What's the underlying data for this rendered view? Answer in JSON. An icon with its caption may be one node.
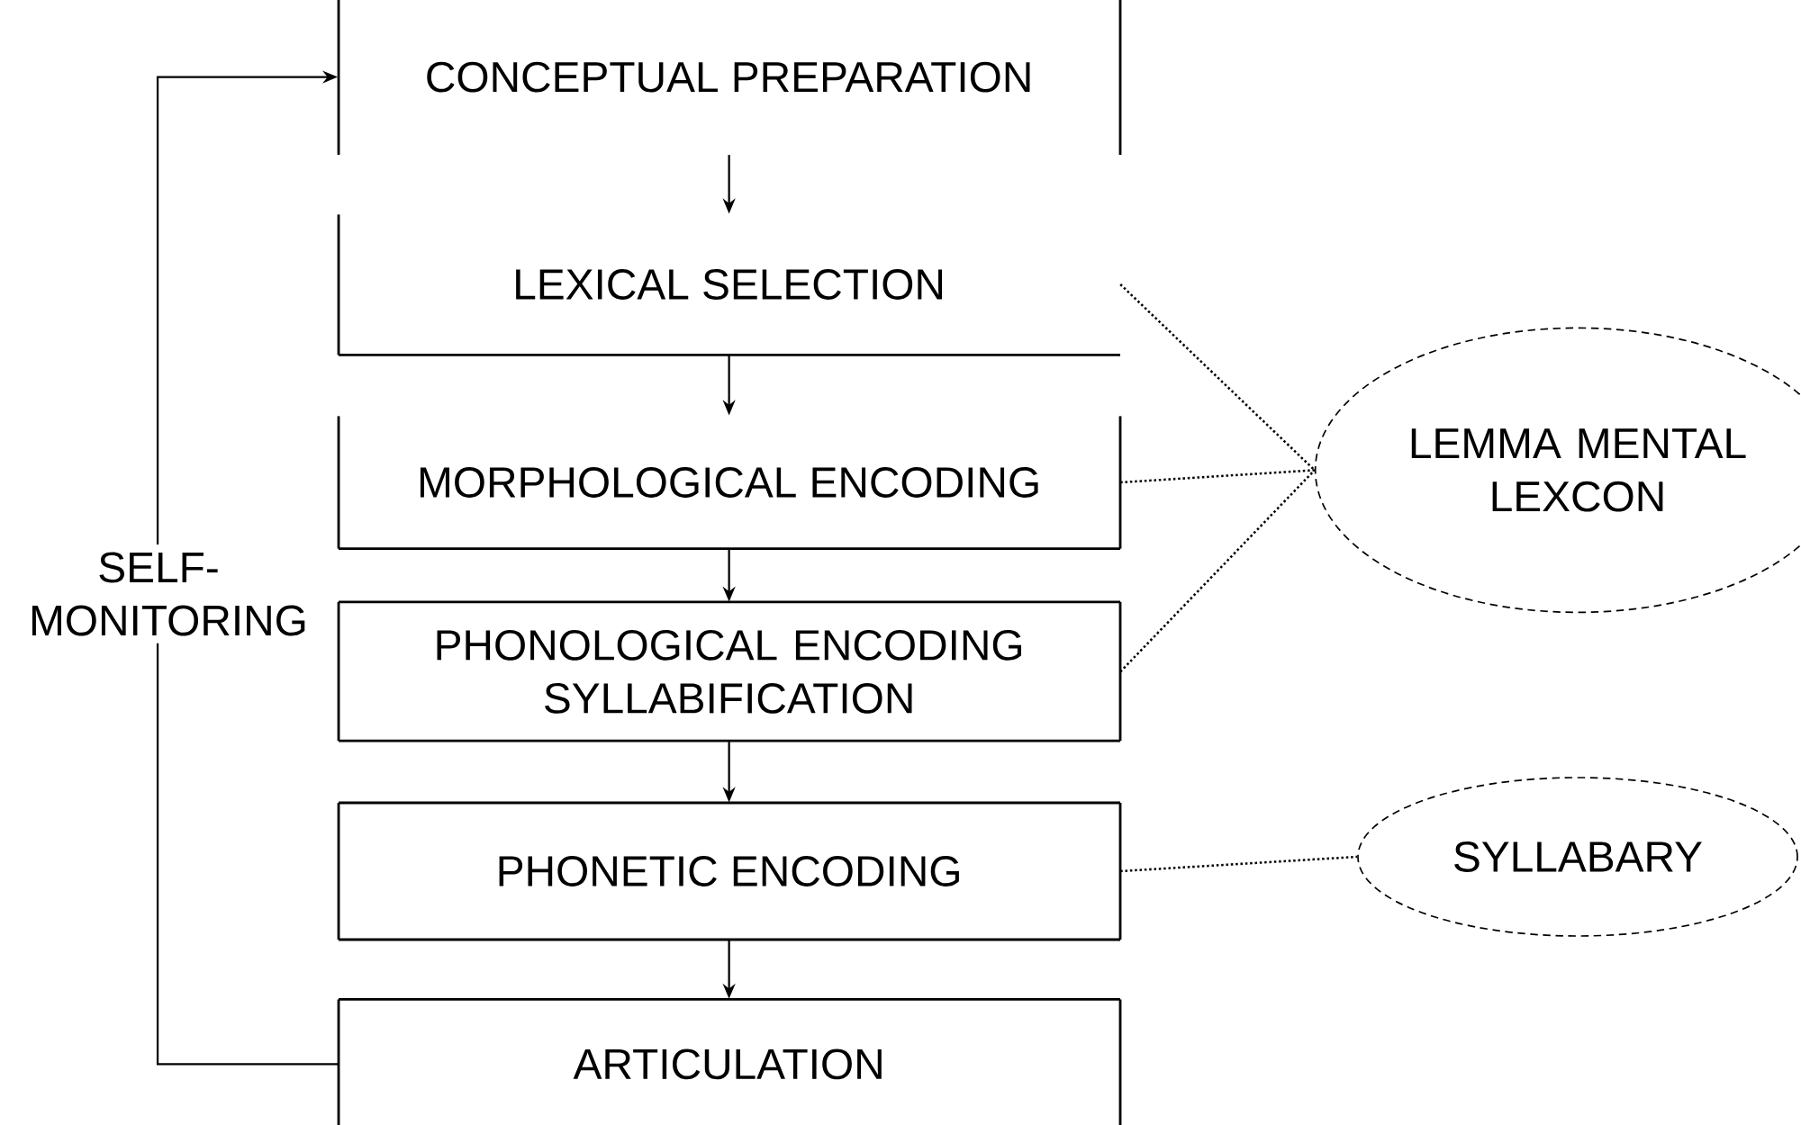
{
  "diagram": {
    "nodes": [
      {
        "text": [
          "CONCEPTUAL PREPARATION"
        ]
      },
      {
        "text": [
          "LEXICAL SELECTION"
        ]
      },
      {
        "text": [
          "MORPHOLOGICAL ENCODING"
        ]
      },
      {
        "text": [
          "PHONOLOGICAL ENCODING SYLLABIFICATION"
        ]
      },
      {
        "text": [
          "PHONETIC ENCODING"
        ]
      },
      {
        "text": [
          "ARTICULATION"
        ]
      },
      {
        "text": [
          "LEMMA MENTAL LEXCON"
        ]
      },
      {
        "text": [
          "SYLLABARY"
        ]
      }
    ],
    "edges": [
      {
        "from": 0,
        "to": 1,
        "arrow": "to"
      },
      {
        "from": 1,
        "to": 2,
        "arrow": "to"
      },
      {
        "from": 2,
        "to": 3,
        "arrow": "to"
      },
      {
        "from": 3,
        "to": 4,
        "arrow": "to"
      },
      {
        "from": 4,
        "to": 5,
        "arrow": "to"
      },
      {
        "from": 5,
        "to": 0,
        "arrow": "to",
        "label": "SELF- MONITORING"
      },
      {
        "from": 1,
        "to": 6,
        "arrow": "none",
        "style": "dashed"
      },
      {
        "from": 2,
        "to": 6,
        "arrow": "none",
        "style": "dashed"
      },
      {
        "from": 3,
        "to": 6,
        "arrow": "none",
        "style": "dashed"
      },
      {
        "from": 4,
        "to": 7,
        "arrow": "none",
        "style": "dashed"
      }
    ]
  }
}
